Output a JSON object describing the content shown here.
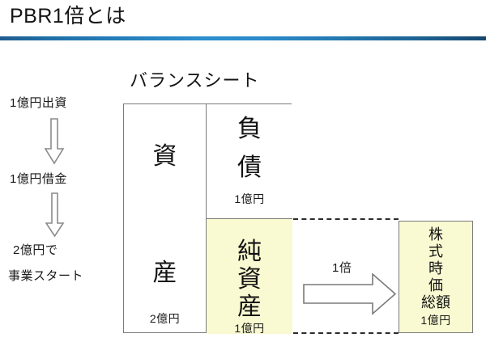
{
  "slide": {
    "title": "PBR1倍とは",
    "rule_color_dark": "#15476e",
    "rule_color_light": "#2b8fce"
  },
  "flow": {
    "steps": [
      {
        "label": "1億円出資"
      },
      {
        "label": "1億円借金"
      },
      {
        "label_line1": "2億円で",
        "label_line2": "事業スタート"
      }
    ],
    "arrow_icon": "down-arrow-icon"
  },
  "balance_sheet": {
    "header": "バランスシート",
    "assets": {
      "char1": "資",
      "char2": "産",
      "amount": "2億円",
      "fill": "#ffffff"
    },
    "liabilities": {
      "char1": "負",
      "char2": "債",
      "amount": "1億円",
      "fill": "#ffffff"
    },
    "net_assets": {
      "char1": "純",
      "char2": "資",
      "char3": "産",
      "amount": "1億円",
      "fill": "#fafad2"
    },
    "border_color": "#7a7a7a"
  },
  "comparison": {
    "ratio_label": "1倍",
    "arrow_icon": "right-block-arrow-icon",
    "connector_icon": "dashed-connector-line"
  },
  "market_cap": {
    "char1": "株",
    "char2": "式",
    "char3": "時",
    "char4": "価",
    "char5": "総額",
    "amount": "1億円",
    "fill": "#fafad2"
  }
}
